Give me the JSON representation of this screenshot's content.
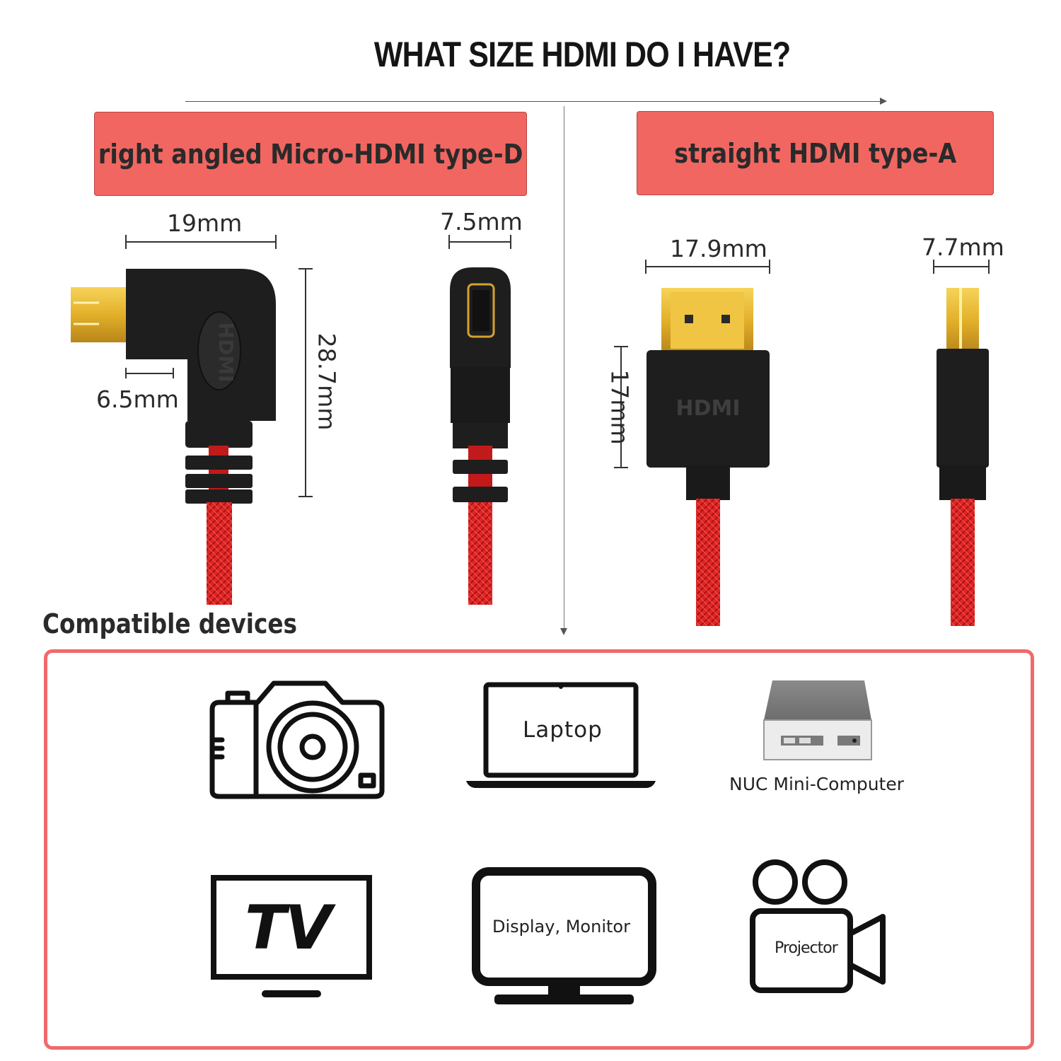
{
  "title": "WHAT SIZE HDMI DO I HAVE?",
  "types": [
    {
      "label": "right angled Micro-HDMI type-D"
    },
    {
      "label": "straight HDMI type-A"
    }
  ],
  "dimensions": {
    "micro_width": "19mm",
    "micro_thickness": "7.5mm",
    "micro_plug": "6.5mm",
    "micro_height": "28.7mm",
    "std_width": "17.9mm",
    "std_thickness": "7.7mm",
    "std_height": "17mm"
  },
  "connector_logo": "HDMI",
  "compatible_heading": "Compatible devices",
  "devices": [
    {
      "label": "",
      "icon": "camera-icon"
    },
    {
      "label": "Laptop",
      "icon": "laptop-icon"
    },
    {
      "label": "NUC Mini-Computer",
      "icon": "mini-computer-icon"
    },
    {
      "label": "TV",
      "icon": "tv-icon"
    },
    {
      "label": "Display, Monitor",
      "icon": "monitor-icon"
    },
    {
      "label": "Projector",
      "icon": "projector-icon"
    }
  ],
  "colors": {
    "accent": "#f26661",
    "panel_border": "#ef6b6b",
    "cable_red": "#e02525",
    "gold": "#e3b02a",
    "connector_black": "#1e1e1e"
  }
}
